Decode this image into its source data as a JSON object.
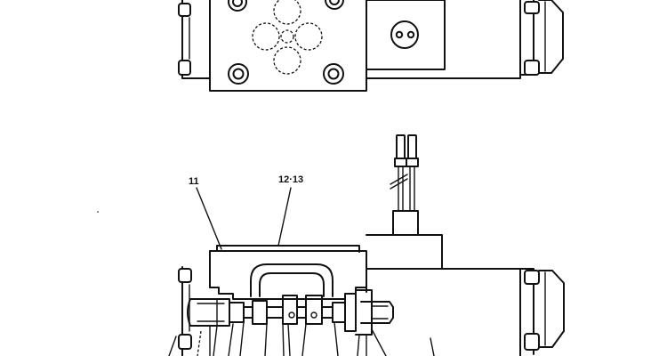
{
  "diagram": {
    "callouts": [
      {
        "id": "label-11",
        "text": "11"
      },
      {
        "id": "label-12-13",
        "text": "12·13"
      }
    ]
  }
}
